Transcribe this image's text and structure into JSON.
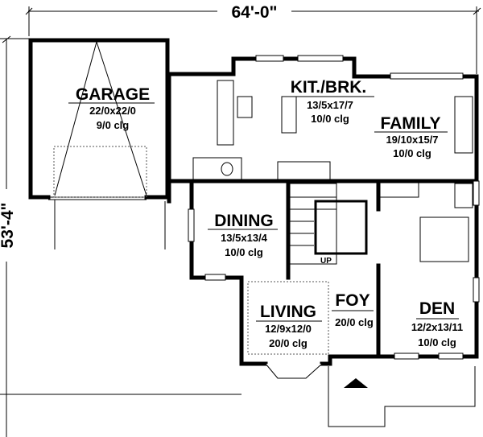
{
  "dimensions": {
    "width": "64'-0\"",
    "depth": "53'-4\""
  },
  "rooms": {
    "garage": {
      "name": "GARAGE",
      "size": "22/0x22/0",
      "ceiling": "9/0 clg"
    },
    "kitchen": {
      "name": "KIT./BRK.",
      "size": "13/5x17/7",
      "ceiling": "10/0 clg"
    },
    "family": {
      "name": "FAMILY",
      "size": "19/10x15/7",
      "ceiling": "10/0 clg"
    },
    "dining": {
      "name": "DINING",
      "size": "13/5x13/4",
      "ceiling": "10/0 clg"
    },
    "living": {
      "name": "LIVING",
      "size": "12/9x12/0",
      "ceiling": "20/0 clg"
    },
    "foyer": {
      "name": "FOY",
      "ceiling": "20/0 clg"
    },
    "den": {
      "name": "DEN",
      "size": "12/2x13/11",
      "ceiling": "10/0 clg"
    }
  },
  "stairs_label": "UP"
}
